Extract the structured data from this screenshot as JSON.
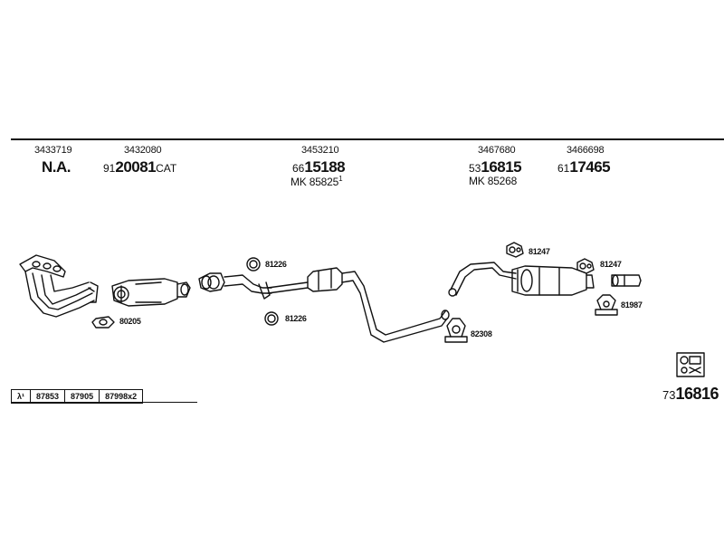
{
  "header": {
    "col1": {
      "part": "3433719",
      "code": "N.A."
    },
    "col2": {
      "part": "3432080",
      "prefix": "91",
      "code": "20081",
      "suffix": "CAT"
    },
    "col3": {
      "part": "3453210",
      "prefix": "66",
      "code": "15188",
      "mk": "MK 85825",
      "mk_sup": "1"
    },
    "col4": {
      "part": "3467680",
      "prefix": "53",
      "code": "16815",
      "mk": "MK 85268"
    },
    "col5": {
      "part": "3466698",
      "prefix": "61",
      "code": "17465"
    }
  },
  "labels": {
    "gasket1": "80205",
    "ring_top": "81226",
    "ring_bottom": "81226",
    "clamp_mid": "82308",
    "hanger1": "81247",
    "hanger2": "81247",
    "clamp_right": "81987"
  },
  "footer": {
    "lambda": "λ¹",
    "codes": [
      "87853",
      "87905",
      "87998x2"
    ],
    "total_prefix": "73",
    "total_code": "16816"
  },
  "icons": [
    "exhaust-manifold-icon",
    "catalytic-converter-icon",
    "front-pipe-icon",
    "middle-silencer-icon",
    "rear-silencer-icon",
    "tailpipe-icon",
    "gasket-icon",
    "ring-icon",
    "clamp-icon",
    "hanger-icon",
    "mounting-kit-icon"
  ]
}
